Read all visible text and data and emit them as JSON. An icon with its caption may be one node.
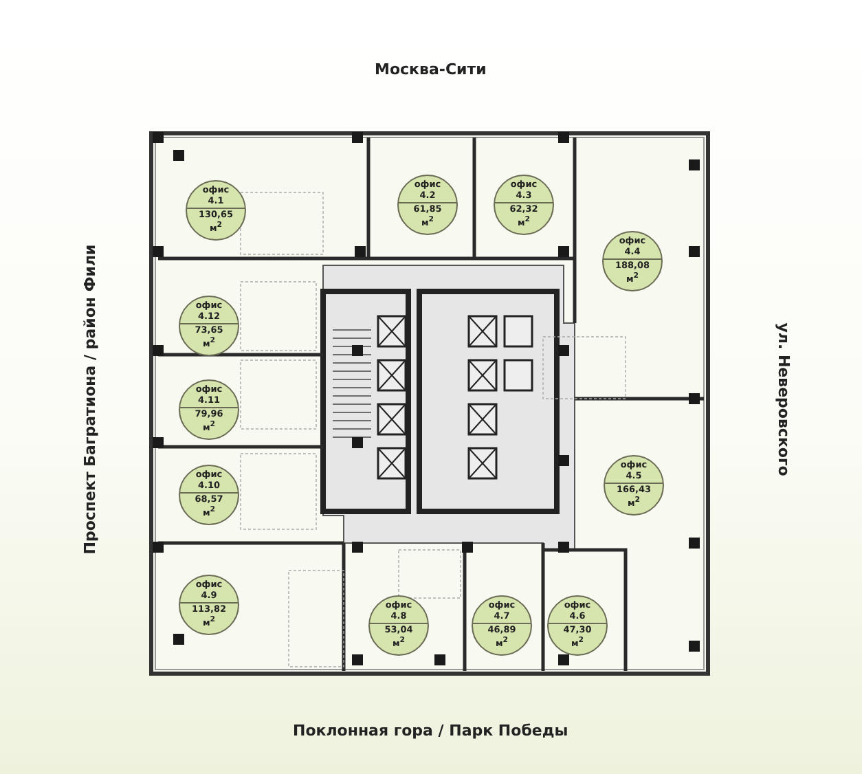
{
  "diagram": {
    "nodes": [
      {
        "text": [
          "офис 4.1",
          "130,65 м$^{2}$"
        ]
      },
      {
        "text": [
          "офис 4.2",
          "61,85 м$^{2}$"
        ]
      },
      {
        "text": [
          "офис 4.3",
          "62,32 м$^{2}$"
        ]
      },
      {
        "text": [
          "офис 4.4",
          "188,08 м$^{2}$"
        ]
      },
      {
        "text": [
          "офис 4.12",
          "73,65 м$^{2}$"
        ]
      },
      {
        "text": [
          "офис 4.11",
          "79,96 м$^{2}$"
        ]
      },
      {
        "text": [
          "офис 4.5",
          "166,43 м$^{2}$"
        ]
      },
      {
        "text": [
          "офис 4.10",
          "68,57 м$^{2}$"
        ]
      },
      {
        "text": [
          "офис 4.9",
          "113,82 м$^{2}$"
        ]
      },
      {
        "text": [
          "офис 4.8",
          "53,04 м$^{2}$"
        ]
      },
      {
        "text": [
          "офис 4.7",
          "46,89 м$^{2}$"
        ]
      },
      {
        "text": [
          "офис 4.6",
          "47,30 м$^{2}$"
        ]
      }
    ],
    "edges": [],
    "labels": [
      "Москва-Сити",
      "Проспект Багратиона / район Фили",
      "ул. Неверовского",
      "Поклонная гора / Парк Победы"
    ]
  }
}
